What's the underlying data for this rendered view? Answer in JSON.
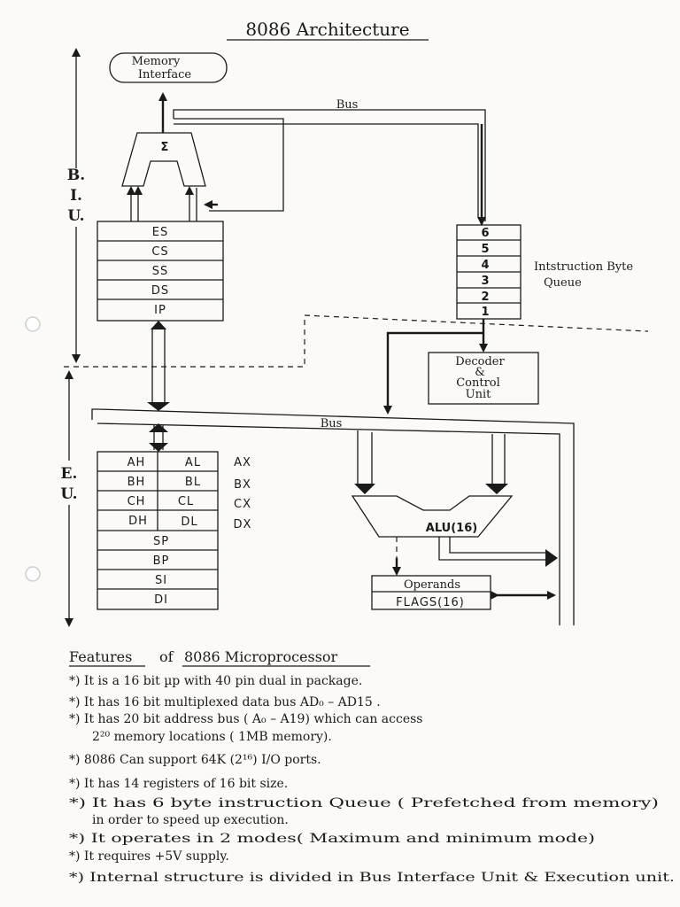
{
  "title": "8086 Architecture",
  "diagram": {
    "memory_interface": [
      "Memory",
      "Interface"
    ],
    "sigma": "Σ",
    "bus_top": "Bus",
    "bus_mid": "Bus",
    "biu_label": [
      "B.",
      "I.",
      "U."
    ],
    "eu_label": [
      "E.",
      "U."
    ],
    "segment_registers": [
      "ES",
      "CS",
      "SS",
      "DS",
      "IP"
    ],
    "queue_slots": [
      "6",
      "5",
      "4",
      "3",
      "2",
      "1"
    ],
    "queue_label": [
      "Intstruction Byte",
      "Queue"
    ],
    "decoder": [
      "Decoder",
      "&",
      "Control",
      "Unit"
    ],
    "gp_registers": [
      {
        "high": "AH",
        "low": "AL",
        "pair": "AX"
      },
      {
        "high": "BH",
        "low": "BL",
        "pair": "BX"
      },
      {
        "high": "CH",
        "low": "CL",
        "pair": "CX"
      },
      {
        "high": "DH",
        "low": "DL",
        "pair": "DX"
      }
    ],
    "pointer_registers": [
      "SP",
      "BP",
      "SI",
      "DI"
    ],
    "alu": "ALU(16)",
    "operands": "Operands",
    "flags": "FLAGS(16)"
  },
  "features": {
    "heading_a": "Features",
    "heading_of": "of",
    "heading_b": "8086 Microprocessor",
    "items": [
      [
        "*) It is a 16 bit µp with 40 pin dual in package."
      ],
      [
        "*) It has 16 bit multiplexed data bus AD₀ – AD15 ."
      ],
      [
        "*) It has 20 bit address bus ( A₀ – A19) which can access",
        "2²⁰ memory locations ( 1MB memory)."
      ],
      [
        "*) 8086 Can support 64K (2¹⁶) I/O ports."
      ],
      [
        "*) It has 14 registers of 16 bit size."
      ],
      [
        "*) It has 6 byte instruction Queue ( Prefetched from memory)",
        "in order to speed up execution."
      ],
      [
        "*) It operates in 2 modes( Maximum and minimum mode)"
      ],
      [
        "*) It requires +5V supply."
      ],
      [
        "*) Internal structure is divided in Bus Interface Unit & Execution unit."
      ]
    ]
  }
}
